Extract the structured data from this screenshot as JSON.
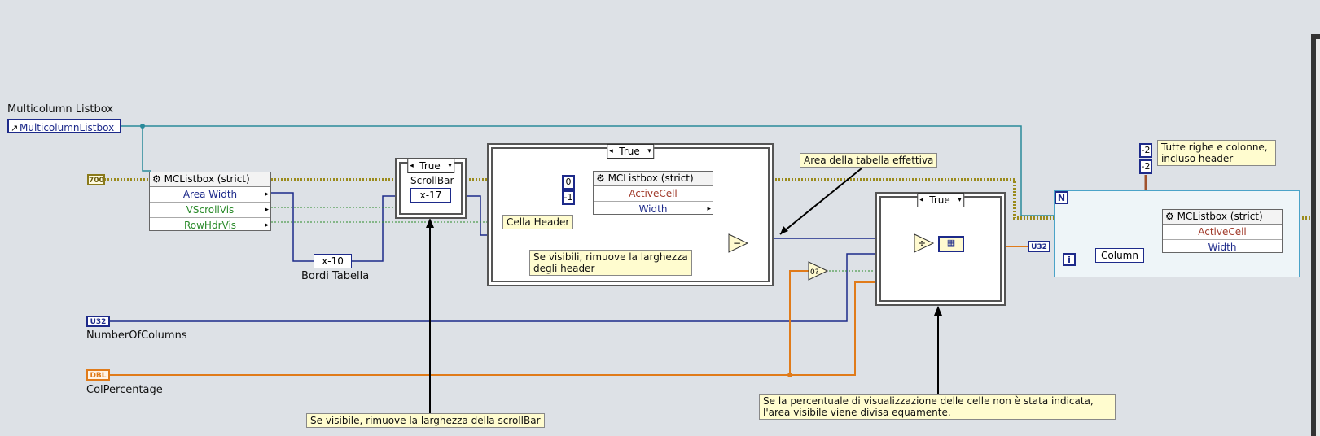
{
  "controls": {
    "multicolumn_caption": "Multicolumn Listbox",
    "multicolumn_ref": "MulticolumnListbox",
    "numcols_badge": "U32",
    "numcols_label": "NumberOfColumns",
    "colpct_badge": "DBL",
    "colpct_label": "ColPercentage",
    "path_badge": "700"
  },
  "property_node_1": {
    "header": "MCListbox (strict)",
    "rows": [
      "Area Width",
      "VScrollVis",
      "RowHdrVis"
    ]
  },
  "bordi": {
    "value": "x-10",
    "label": "Bordi Tabella"
  },
  "case_scrollbar": {
    "selector": "True",
    "label": "ScrollBar",
    "value": "x-17"
  },
  "case_header": {
    "selector": "True",
    "consts": [
      "0",
      "-1"
    ],
    "label": "Cella Header",
    "node_header": "MCListbox (strict)",
    "node_rows": [
      "ActiveCell",
      "Width"
    ],
    "note": "Se visibili, rimuove la larghezza degli header"
  },
  "note_area": "Area della tabella effettiva",
  "case_divide": {
    "selector": "True",
    "out_badge": "U32"
  },
  "note_scrollbar": "Se visibile, rimuove la larghezza della scrollBar",
  "note_divide": "Se la percentuale di visualizzazione delle celle non è stata indicata, l'area visibile viene divisa equamente.",
  "loop": {
    "n_label": "N",
    "i_label": "i",
    "consts": [
      "-2",
      "-2"
    ],
    "note": "Tutte righe e colonne, incluso header",
    "bundle_label": "Column",
    "node_header": "MCListbox (strict)",
    "node_rows": [
      "ActiveCell",
      "Width"
    ]
  },
  "colors": {
    "ref_wire": "#2a8a9a",
    "int_wire": "#1d2a8a",
    "dbl_wire": "#e07b1a",
    "bool_wire": "#2a8a2a",
    "err_wire": "#9a8a1a"
  }
}
